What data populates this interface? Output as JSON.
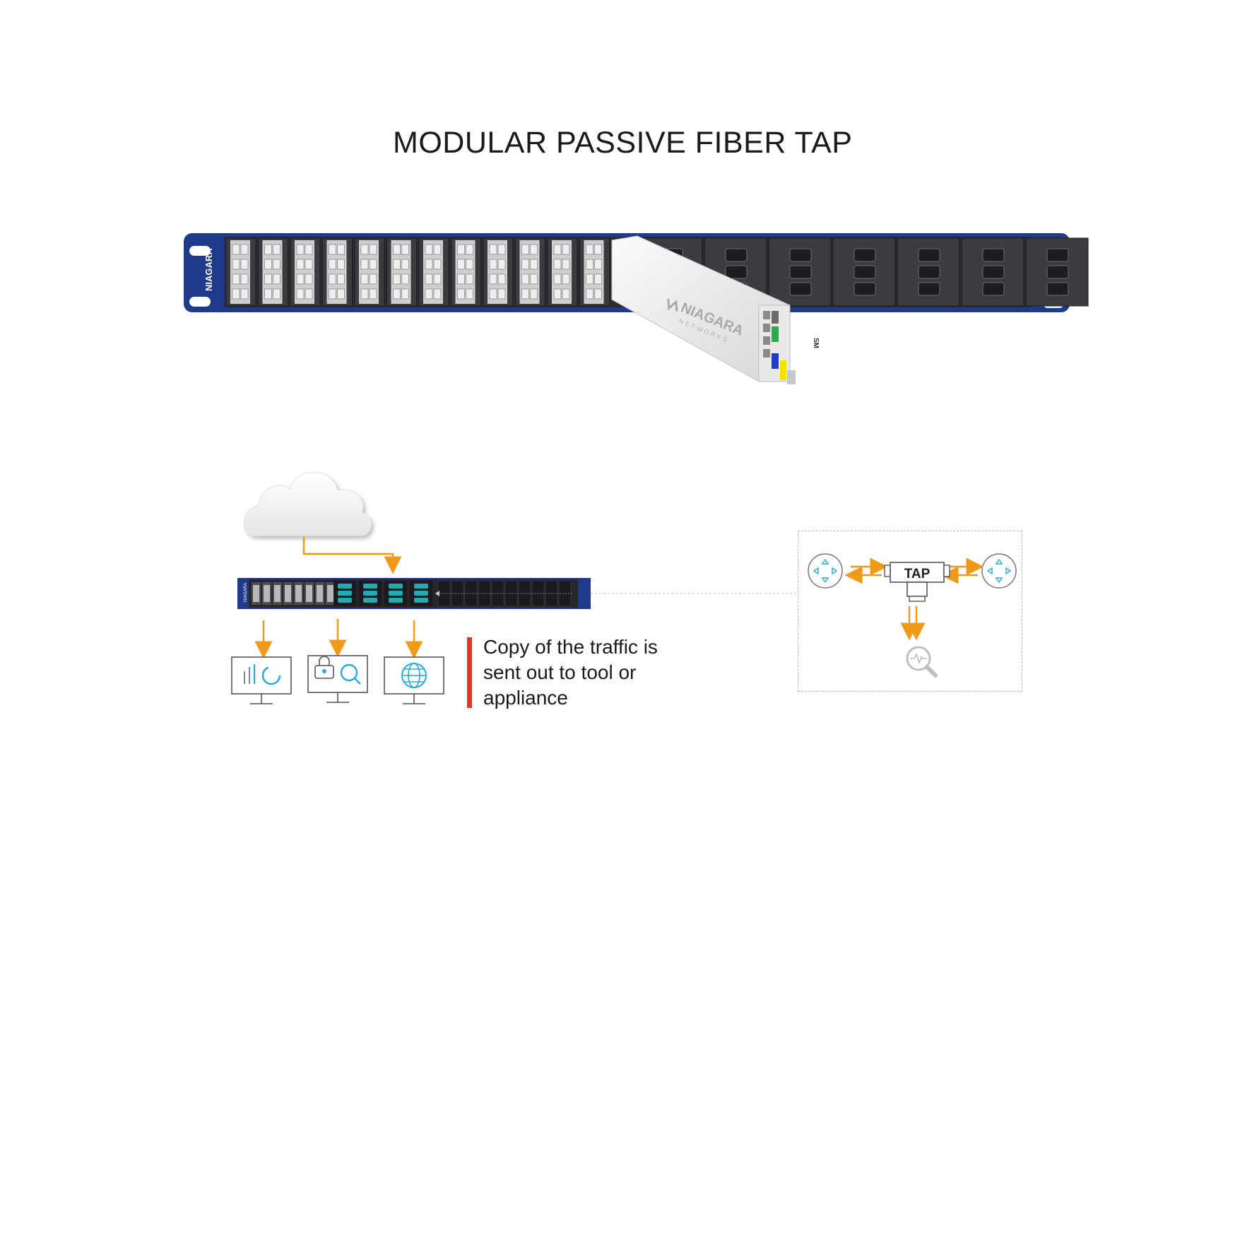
{
  "title": "MODULAR PASSIVE FIBER TAP",
  "brand": {
    "name": "NIAGARA",
    "sub": "NETWORKS"
  },
  "module": {
    "label": "SM"
  },
  "caption": {
    "lines": [
      "Copy of the traffic is",
      "sent out to tool or",
      "appliance"
    ]
  },
  "tap_diagram": {
    "tap_label": "TAP"
  },
  "colors": {
    "chassis_blue": "#1f3a8a",
    "arrow_orange": "#f09a1a",
    "accent_red": "#e8342c",
    "icon_cyan": "#29a9d9",
    "port_teal": "#2aa6b0"
  },
  "icons": [
    "cloud-icon",
    "analytics-monitor-icon",
    "security-monitor-icon",
    "globe-monitor-icon",
    "router-icon",
    "packet-analyzer-icon"
  ]
}
